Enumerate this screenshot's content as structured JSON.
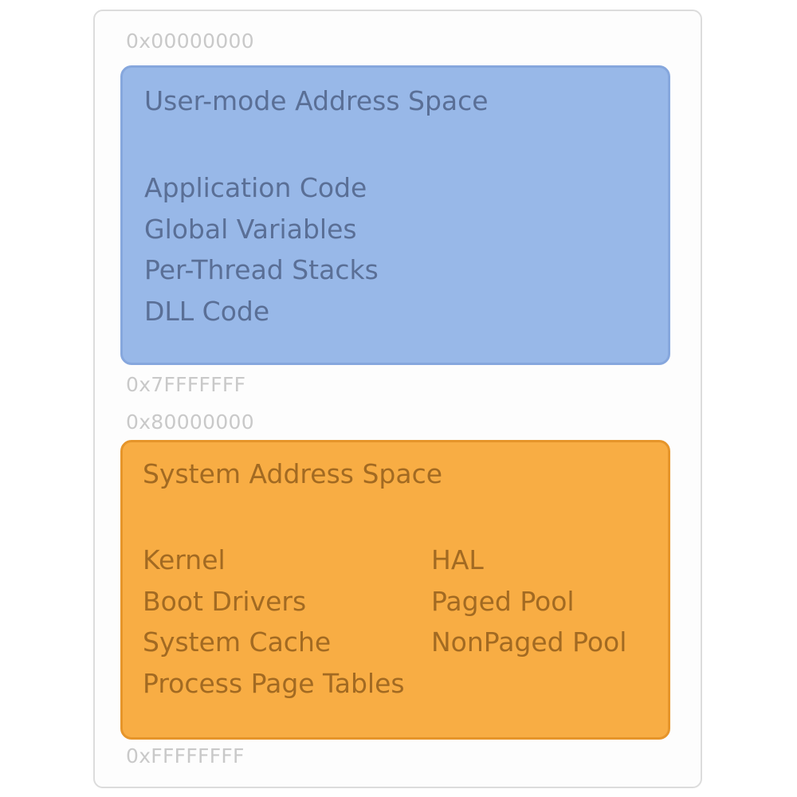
{
  "diagram": {
    "user_space": {
      "start_address": "0x00000000",
      "end_address": "0x7FFFFFFF",
      "title": "User-mode Address Space",
      "color": "#98b8e8",
      "items": [
        "Application Code",
        "Global Variables",
        "Per-Thread Stacks",
        "DLL Code"
      ]
    },
    "system_space": {
      "start_address": "0x80000000",
      "end_address": "0xFFFFFFFF",
      "title": "System Address Space",
      "color": "#f8ad44",
      "items_left": [
        "Kernel",
        "Boot Drivers",
        "System Cache",
        "Process Page Tables"
      ],
      "items_right": [
        "HAL",
        "Paged Pool",
        "NonPaged Pool"
      ]
    }
  }
}
